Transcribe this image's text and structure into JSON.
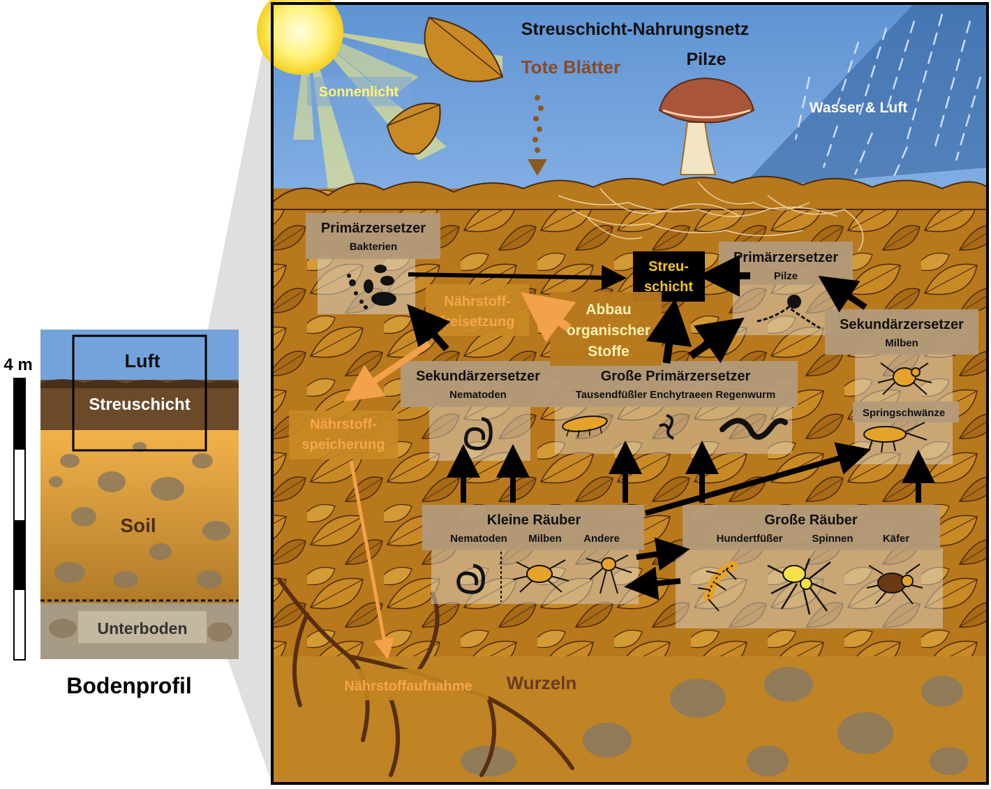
{
  "profile": {
    "scale_label": "4 m",
    "layers": {
      "air": "Luft",
      "litter": "Streuschicht",
      "soil": "Soil",
      "subsoil": "Unterboden"
    },
    "caption": "Bodenprofil"
  },
  "web": {
    "title": "Streuschicht-Nahrungsnetz",
    "fungi_label": "Pilze",
    "dead_leaves": "Tote Blätter",
    "sunlight": "Sonnenlicht",
    "water_air": "Wasser & Luft",
    "litter_box": [
      "Streu-",
      "schicht"
    ],
    "decomposition": [
      "Abbau",
      "organischer",
      "Stoffe"
    ],
    "nutrient_release": [
      "Nährstoff-",
      "freisetzung"
    ],
    "nutrient_storage": [
      "Nährstoff-",
      "speicherung"
    ],
    "nutrient_uptake": "Nährstoffaufnahme",
    "roots": "Wurzeln",
    "primary_bacteria": {
      "title": "Primärzersetzer",
      "sub": "Bakterien"
    },
    "primary_fungi": {
      "title": "Primärzersetzer",
      "sub": "Pilze"
    },
    "secondary_mites": {
      "title": "Sekundärzersetzer",
      "sub": "Milben"
    },
    "springtails": "Springschwänze",
    "secondary_nematodes": {
      "title": "Sekundärzersetzer",
      "sub": "Nematoden"
    },
    "large_primary": {
      "title": "Große Primärzersetzer",
      "sub": "Tausendfüßler Enchytraeen Regenwurm"
    },
    "small_predators": {
      "title": "Kleine Räuber",
      "subs": [
        "Nematoden",
        "Milben",
        "Andere"
      ]
    },
    "large_predators": {
      "title": "Große Räuber",
      "subs": [
        "Hundertfüßer",
        "Spinnen",
        "Käfer"
      ]
    }
  },
  "colors": {
    "sky": "#6f9fd8",
    "litter": "#b7791f",
    "soil": "#c8902e",
    "label_box": "#b29a7a",
    "orange_text": "#f6a54a",
    "dark_brown_text": "#6b3a1e"
  }
}
